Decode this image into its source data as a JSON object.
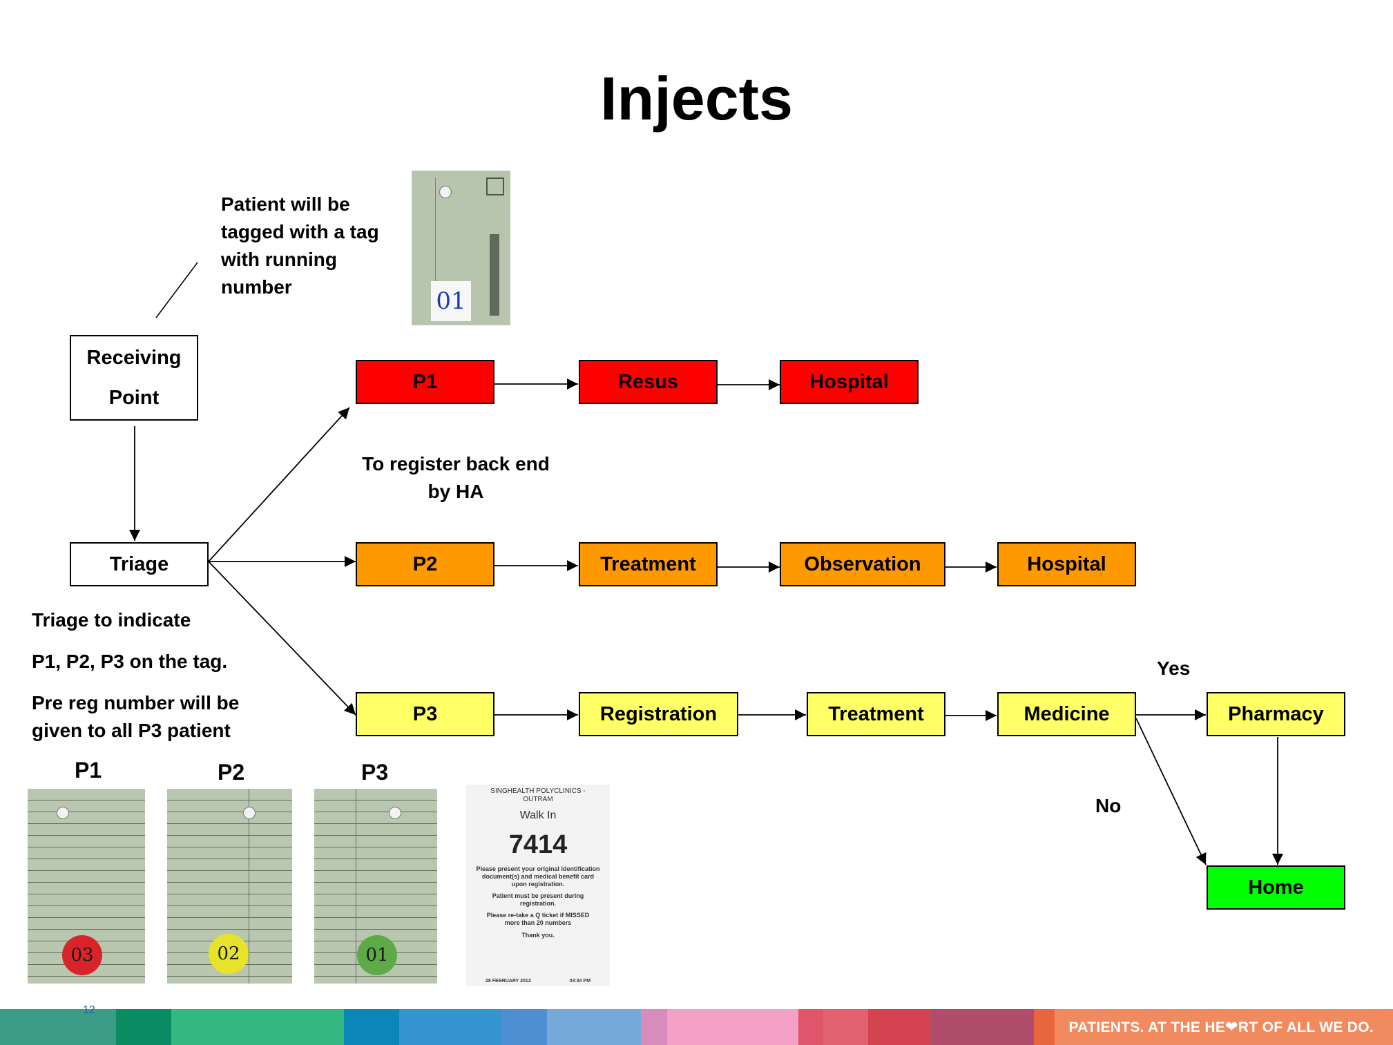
{
  "title": "Injects",
  "notes": {
    "tag_line1": "Patient will be",
    "tag_line2": "tagged with a tag",
    "tag_line3": "with running",
    "tag_line4": "number",
    "register_line1": "To register back end",
    "register_line2": "by HA",
    "triage_line1": "Triage to indicate",
    "triage_line2": "P1, P2, P3 on the tag.",
    "triage_line3": "Pre reg number will be",
    "triage_line4": "given to all P3 patient"
  },
  "nodes": {
    "receiving_line1": "Receiving",
    "receiving_line2": "Point",
    "triage": "Triage",
    "p1": "P1",
    "resus": "Resus",
    "hospital_p1": "Hospital",
    "p2": "P2",
    "treatment_p2": "Treatment",
    "observation": "Observation",
    "hospital_p2": "Hospital",
    "p3": "P3",
    "registration": "Registration",
    "treatment_p3": "Treatment",
    "medicine": "Medicine",
    "pharmacy": "Pharmacy",
    "home": "Home"
  },
  "edge_labels": {
    "yes": "Yes",
    "no": "No"
  },
  "tag_labels": [
    "P1",
    "P2",
    "P3"
  ],
  "tag_stickers": [
    "03",
    "02",
    "01"
  ],
  "tag_card_number": "01",
  "ticket": {
    "header": "SINGHEALTH POLYCLINICS - OUTRAM",
    "type": "Walk In",
    "number": "7414",
    "line1": "Please present your original identification document(s) and medical benefit card upon registration.",
    "line2": "Patient must be present during registration.",
    "line3": "Please re-take a Q ticket if MISSED more than 20 numbers",
    "thanks": "Thank you.",
    "date": "28 FEBRUARY 2012",
    "time": "03:34 PM"
  },
  "footer": {
    "slogan_part1": "PATIENTS. AT THE HE",
    "slogan_part2": "RT OF ALL WE DO.",
    "page_number": "12"
  },
  "colors": {
    "p1": "#ff0000",
    "p2": "#ff9900",
    "p3": "#ffff66",
    "home": "#00ff00"
  }
}
